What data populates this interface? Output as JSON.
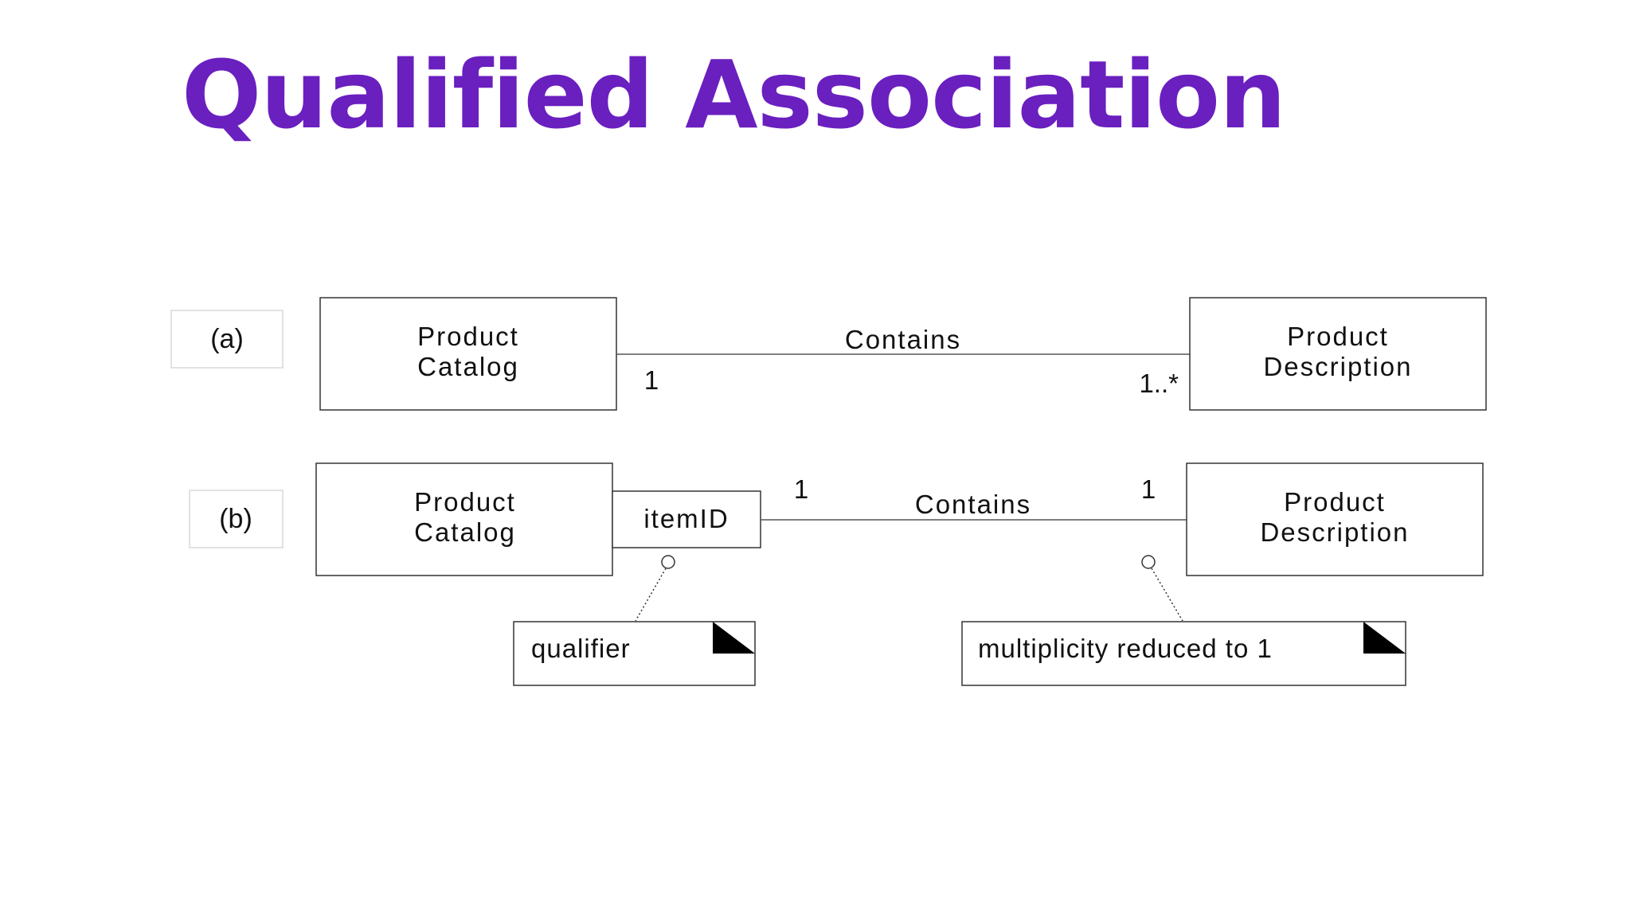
{
  "slide": {
    "title": "Qualified Association"
  },
  "diagram": {
    "a": {
      "tag": "(a)",
      "left_class": {
        "line1": "Product",
        "line2": "Catalog"
      },
      "right_class": {
        "line1": "Product",
        "line2": "Description"
      },
      "association": "Contains",
      "left_multiplicity": "1",
      "right_multiplicity": "1..*"
    },
    "b": {
      "tag": "(b)",
      "left_class": {
        "line1": "Product",
        "line2": "Catalog"
      },
      "qualifier": "itemID",
      "right_class": {
        "line1": "Product",
        "line2": "Description"
      },
      "association": "Contains",
      "left_multiplicity": "1",
      "right_multiplicity": "1",
      "note_qualifier": "qualifier",
      "note_multiplicity": "multiplicity reduced to 1"
    }
  }
}
